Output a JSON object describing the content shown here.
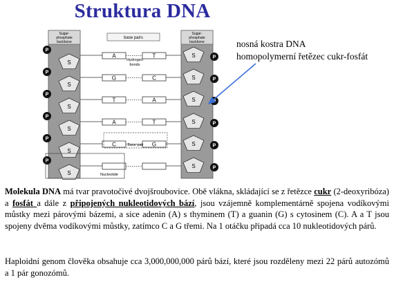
{
  "page": {
    "title": "Struktura DNA"
  },
  "diagram": {
    "left_header": [
      "Sugar-",
      "phosphate",
      "backbone"
    ],
    "right_header": [
      "Sugar-",
      "phosphate",
      "backbone"
    ],
    "center_header": "base pairs",
    "hydrogen_label": [
      "Hydrogen",
      "bonds"
    ],
    "phosphate_label": "P",
    "sugar_label": "S",
    "pairs": [
      {
        "left": "A",
        "right": "T"
      },
      {
        "left": "G",
        "right": "C"
      },
      {
        "left": "T",
        "right": "A"
      },
      {
        "left": "A",
        "right": "T"
      },
      {
        "left": "C",
        "right": "G"
      },
      {
        "left": "",
        "right": ""
      }
    ],
    "base_pair_label": "Base pair",
    "nucleotide_label": "Nucleotide"
  },
  "callout": {
    "line1": "nosná kostra DNA",
    "line2": "homopolymerní řetězec cukr-fosfát"
  },
  "paragraph1": {
    "term": "Molekula DNA",
    "t1": " má tvar pravotočivé dvojšroubovice. Obě vlákna, skládající se z řetězce ",
    "cukr": "cukr",
    "t2": "  (2-deoxyribóza) a ",
    "fosfat": "fosfát ",
    "t3": "a dále z ",
    "baze": "připojených nukleotidových bází",
    "t4": ", jsou vzájemně komplementárně spojena vodíkovými můstky mezi párovými bázemi, a sice adenin (A) s thyminem (T) a guanin (G) s cytosinem (C). A a T jsou spojeny dvěma vodíkovými můstky, zatímco C a G třemi. Na 1 otáčku připadá cca 10 nukleotidových párů."
  },
  "paragraph2": {
    "text": "Haploidní genom člověka obsahuje cca 3,000,000,000 párů bází, které jsou rozděleny mezi 22 párů autozómů a 1 pár gonozómů."
  }
}
